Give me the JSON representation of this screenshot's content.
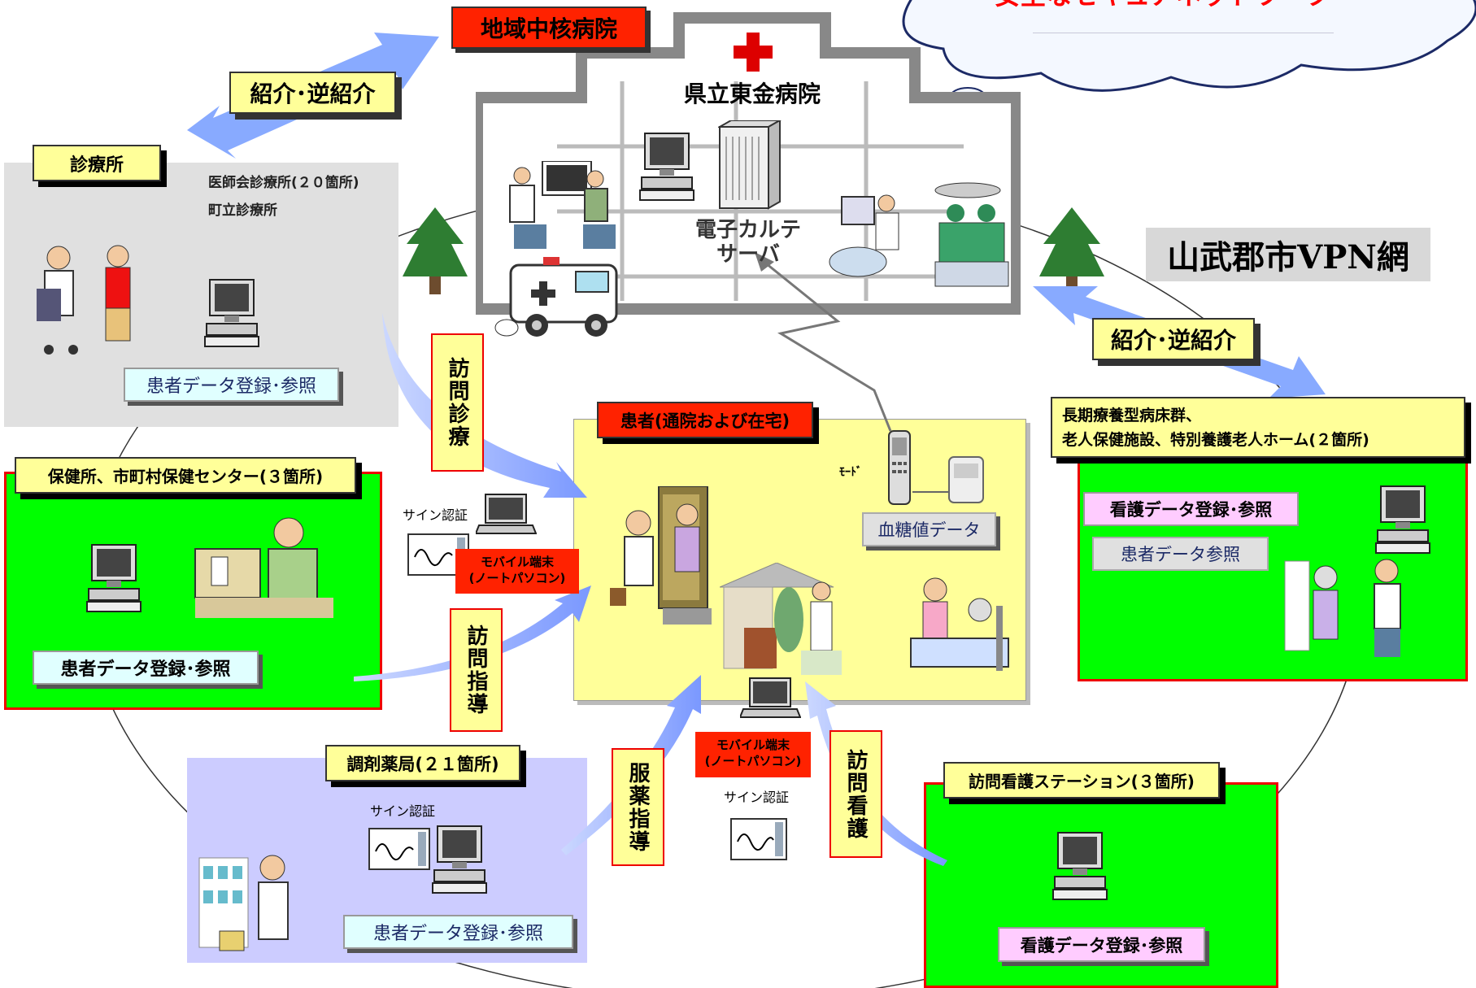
{
  "cloud": {
    "text": "安全なセキュアネットワーク"
  },
  "core_hospital": {
    "tag": "地域中核病院",
    "name": "県立東金病院",
    "server_label_1": "電子カルテ",
    "server_label_2": "サーバ"
  },
  "vpn_label": "山武郡市VPN網",
  "referral_left": "紹介･逆紹介",
  "referral_right": "紹介･逆紹介",
  "clinic": {
    "title": "診療所",
    "sub1": "医師会診療所(２０箇所)",
    "sub2": "町立診療所",
    "button": "患者データ登録･参照"
  },
  "health_center": {
    "title": "保健所、市町村保健センター(３箇所)",
    "button": "患者データ登録･参照"
  },
  "patient": {
    "title": "患者(通院および在宅)",
    "modem_label": "ﾓｰﾄﾞ",
    "glucose": "血糖値データ"
  },
  "longterm": {
    "title_1": "長期療養型病床群、",
    "title_2": "老人保健施設、特別養護老人ホーム(２箇所)",
    "nursing_button": "看護データ登録･参照",
    "patient_button": "患者データ参照"
  },
  "pharmacy": {
    "title": "調剤薬局(２１箇所)",
    "sign": "サイン認証",
    "button": "患者データ登録･参照"
  },
  "nursing_station": {
    "title": "訪問看護ステーション(３箇所)",
    "button": "看護データ登録･参照"
  },
  "activities": {
    "visit_exam": "訪問診療",
    "visit_guidance": "訪問指導",
    "med_guidance": "服薬指導",
    "visit_nursing": "訪問看護"
  },
  "mobile_left": {
    "sign": "サイン認証",
    "line1": "モバイル端末",
    "line2": "(ノートパソコン)"
  },
  "mobile_bottom": {
    "sign": "サイン認証",
    "line1": "モバイル端末",
    "line2": "(ノートパソコン)"
  },
  "colors": {
    "green": "#00ff00",
    "red_border": "#ee0000",
    "yellow_label": "#ffff99",
    "patient_bg": "#ffff99",
    "clinic_bg": "#e0e0e0",
    "pharmacy_bg": "#ccccff",
    "arrow": "#88aaff"
  },
  "icons": [
    "computer-icon",
    "laptop-icon",
    "server-icon",
    "tree-icon",
    "ambulance-icon",
    "red-cross-icon",
    "signature-pad-icon",
    "glucose-meter-icon",
    "mobile-phone-icon"
  ]
}
